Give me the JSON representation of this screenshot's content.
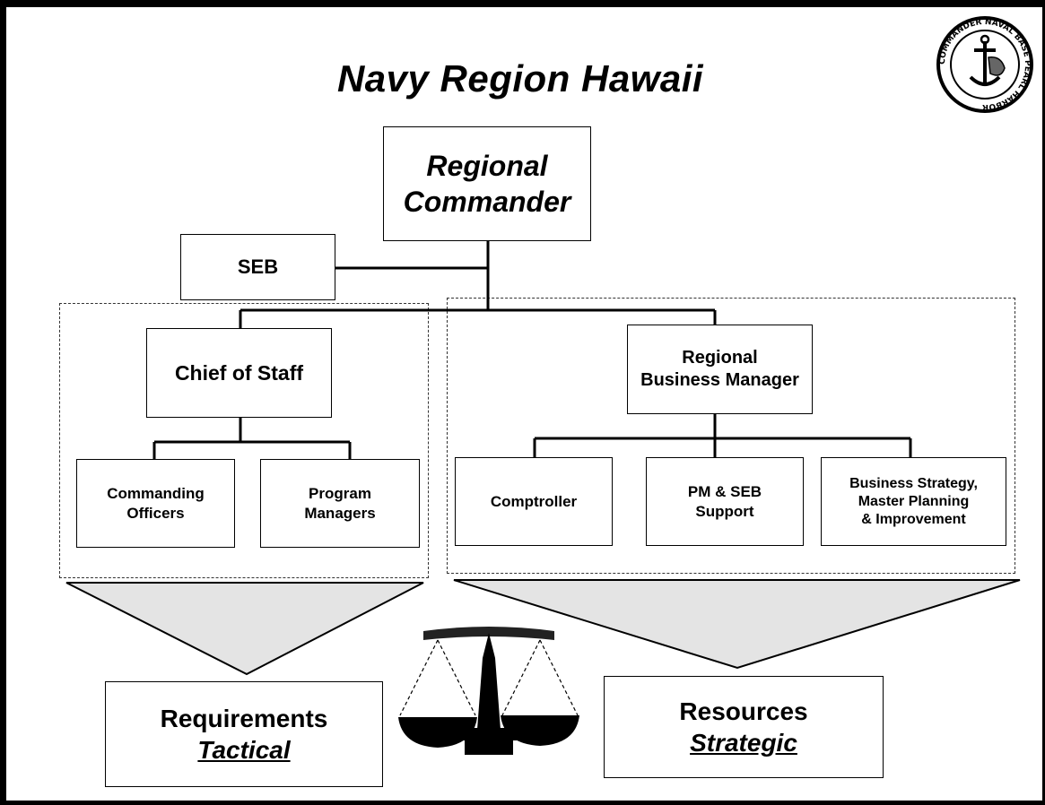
{
  "title": "Navy Region Hawaii",
  "nodes": {
    "regional_commander": "Regional\nCommander",
    "seb": "SEB",
    "chief_of_staff": "Chief of Staff",
    "regional_business_manager": "Regional\nBusiness Manager",
    "commanding_officers": "Commanding\nOfficers",
    "program_managers": "Program\nManagers",
    "comptroller": "Comptroller",
    "pm_seb_support": "PM & SEB\nSupport",
    "business_strategy": "Business Strategy,\nMaster Planning\n& Improvement"
  },
  "outcomes": {
    "requirements": {
      "label": "Requirements",
      "sublabel": "Tactical"
    },
    "resources": {
      "label": "Resources",
      "sublabel": "Strategic"
    }
  },
  "seal": {
    "name": "commander-navy-region-seal-icon",
    "text": "COMMANDER NAVAL BASE PEARL HARBOR"
  },
  "icons": {
    "balance": "balance-scale-icon"
  },
  "colors": {
    "line": "#000000",
    "dashed": "#333333",
    "funnel_fill": "#e4e4e4",
    "background": "#ffffff"
  }
}
